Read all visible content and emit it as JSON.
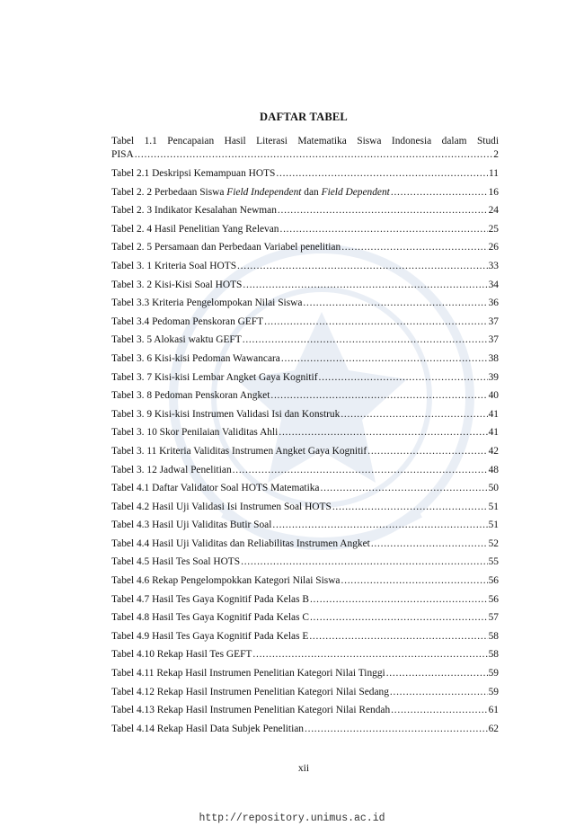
{
  "title": "DAFTAR TABEL",
  "entries": [
    {
      "label": "Tabel 1.1 Pencapaian Hasil Literasi Matematika Siswa Indonesia dalam Studi PISA",
      "page": "2"
    },
    {
      "label": "Tabel 2.1 Deskripsi Kemampuan HOTS",
      "page": "11"
    },
    {
      "label": "Tabel 2. 2 Perbedaan Siswa Field Independent dan Field Dependent",
      "page": "16"
    },
    {
      "label": "Tabel 2. 3 Indikator Kesalahan Newman",
      "page": "24"
    },
    {
      "label": "Tabel 2. 4 Hasil Penelitian Yang Relevan",
      "page": "25"
    },
    {
      "label": "Tabel 2. 5 Persamaan dan Perbedaan Variabel penelitian",
      "page": "26"
    },
    {
      "label": "Tabel 3. 1 Kriteria Soal HOTS",
      "page": "33"
    },
    {
      "label": "Tabel 3. 2 Kisi-Kisi Soal HOTS",
      "page": "34"
    },
    {
      "label": "Tabel 3.3 Kriteria Pengelompokan Nilai Siswa",
      "page": "36"
    },
    {
      "label": "Tabel 3.4 Pedoman Penskoran GEFT",
      "page": "37"
    },
    {
      "label": "Tabel 3. 5 Alokasi waktu GEFT",
      "page": "37"
    },
    {
      "label": "Tabel 3. 6 Kisi-kisi Pedoman Wawancara",
      "page": "38"
    },
    {
      "label": "Tabel 3. 7 Kisi-kisi Lembar Angket Gaya Kognitif",
      "page": "39"
    },
    {
      "label": "Tabel 3. 8 Pedoman Penskoran Angket",
      "page": "40"
    },
    {
      "label": "Tabel 3. 9 Kisi-kisi Instrumen Validasi Isi dan Konstruk",
      "page": "41"
    },
    {
      "label": "Tabel 3. 10 Skor Penilaian Validitas Ahli",
      "page": "41"
    },
    {
      "label": "Tabel 3. 11 Kriteria Validitas Instrumen Angket Gaya Kognitif",
      "page": "42"
    },
    {
      "label": "Tabel 3. 12 Jadwal Penelitian",
      "page": "48"
    },
    {
      "label": "Tabel 4.1 Daftar Validator Soal HOTS Matematika",
      "page": "50"
    },
    {
      "label": "Tabel 4.2 Hasil Uji Validasi Isi Instrumen Soal HOTS",
      "page": "51"
    },
    {
      "label": "Tabel 4.3 Hasil Uji Validitas Butir Soal",
      "page": "51"
    },
    {
      "label": "Tabel 4.4 Hasil Uji Validitas dan Reliabilitas Instrumen Angket",
      "page": "52"
    },
    {
      "label": "Tabel 4.5 Hasil Tes Soal HOTS",
      "page": "55"
    },
    {
      "label": "Tabel 4.6 Rekap Pengelompokkan Kategori Nilai Siswa",
      "page": "56"
    },
    {
      "label": "Tabel 4.7 Hasil Tes Gaya Kognitif Pada Kelas B",
      "page": "56"
    },
    {
      "label": "Tabel 4.8 Hasil Tes Gaya Kognitif Pada Kelas C",
      "page": "57"
    },
    {
      "label": "Tabel 4.9 Hasil Tes Gaya Kognitif Pada Kelas E",
      "page": "58"
    },
    {
      "label": "Tabel 4.10 Rekap Hasil Tes GEFT",
      "page": "58"
    },
    {
      "label": "Tabel 4.11 Rekap Hasil Instrumen Penelitian Kategori Nilai Tinggi",
      "page": "59"
    },
    {
      "label": "Tabel 4.12 Rekap Hasil Instrumen Penelitian Kategori Nilai Sedang",
      "page": "59"
    },
    {
      "label": "Tabel 4.13 Rekap Hasil Instrumen Penelitian Kategori Nilai Rendah",
      "page": "61"
    },
    {
      "label": "Tabel 4.14 Rekap Hasil Data Subjek Penelitian",
      "page": "62"
    }
  ],
  "page_number": "xii",
  "footer_url": "http://repository.unimus.ac.id"
}
